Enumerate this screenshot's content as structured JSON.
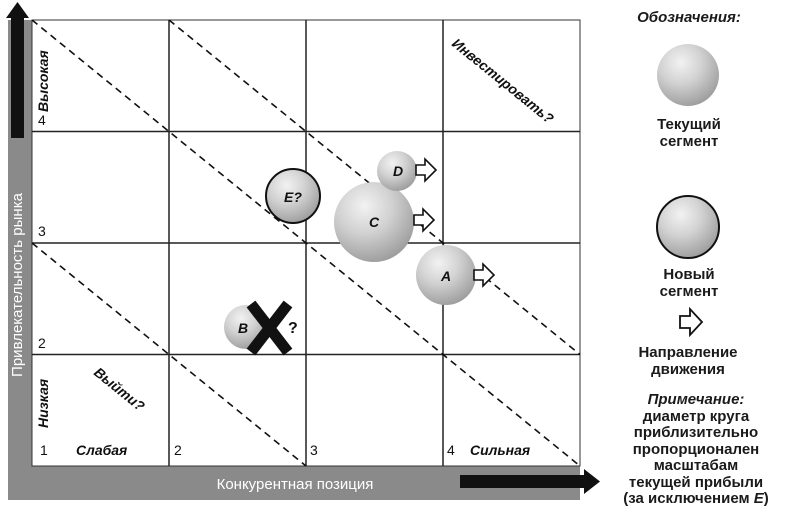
{
  "axes": {
    "x_title": "Конкурентная позиция",
    "y_title": "Привлекательность рынка",
    "x_ticks": [
      "1",
      "2",
      "3",
      "4"
    ],
    "y_ticks": [
      "2",
      "3",
      "4"
    ],
    "x_low": "Слабая",
    "x_high": "Сильная",
    "y_low": "Низкая",
    "y_high": "Высокая"
  },
  "zones": {
    "invest": "Инвестировать?",
    "exit": "Выйти?"
  },
  "segments": [
    {
      "id": "A",
      "label": "A",
      "type": "current",
      "moves": true
    },
    {
      "id": "B",
      "label": "B",
      "type": "current",
      "moves": false,
      "crossed": true,
      "question": "?"
    },
    {
      "id": "C",
      "label": "C",
      "type": "current",
      "moves": true
    },
    {
      "id": "D",
      "label": "D",
      "type": "current",
      "moves": true
    },
    {
      "id": "E",
      "label": "E?",
      "type": "new",
      "moves": false
    }
  ],
  "legend": {
    "title": "Обозначения:",
    "current_line1": "Текущий",
    "current_line2": "сегмент",
    "new_line1": "Новый",
    "new_line2": "сегмент",
    "direction_line1": "Направление",
    "direction_line2": "движения"
  },
  "note": {
    "header": "Примечание:",
    "lines": [
      "диаметр круга",
      "приблизительно",
      "пропорционален",
      "масштабам",
      "текущей прибыли"
    ],
    "last_line_prefix": "(за исключением ",
    "last_line_em": "E",
    "last_line_suffix": ")"
  }
}
